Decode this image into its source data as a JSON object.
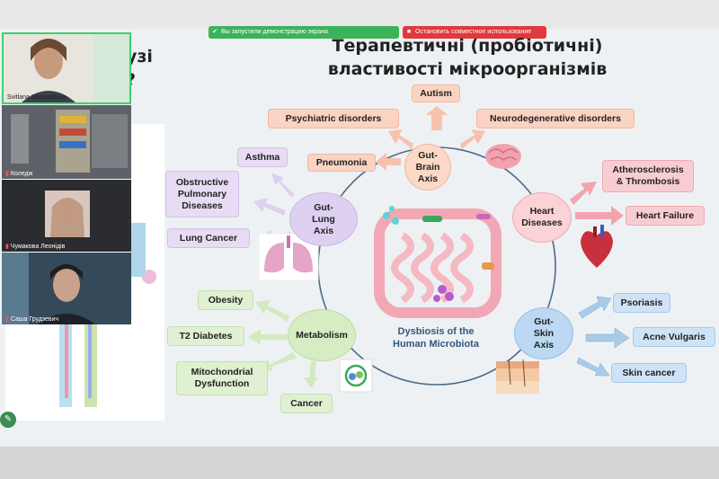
{
  "screen_share": {
    "sharing_label": "Вы запустили демонстрацию экрана",
    "stop_label": "Остановить совместное использование"
  },
  "slide": {
    "title_line1": "Терапевтичні (пробіотичні)",
    "title_line2": "властивості мікроорганізмів",
    "partial_text_line1": "узі",
    "partial_text_line2": "?",
    "center_label_line1": "Dysbiosis of the",
    "center_label_line2": "Human Microbiota",
    "axes": {
      "brain": "Gut-\nBrain\nAxis",
      "heart": "Heart\nDiseases",
      "lung": "Gut-\nLung\nAxis",
      "metabolism": "Metabolism",
      "skin": "Gut-\nSkin\nAxis"
    },
    "boxes": {
      "autism": "Autism",
      "psychiatric": "Psychiatric disorders",
      "neuro": "Neurodegenerative disorders",
      "pneumonia": "Pneumonia",
      "asthma": "Asthma",
      "copd": "Obstructive\nPulmonary\nDiseases",
      "lung_cancer": "Lung Cancer",
      "athero": "Atherosclerosis\n& Thrombosis",
      "heart_failure": "Heart Failure",
      "obesity": "Obesity",
      "t2d": "T2 Diabetes",
      "mito": "Mitochondrial\nDysfunction",
      "cancer": "Cancer",
      "psoriasis": "Psoriasis",
      "acne": "Acne Vulgaris",
      "skin_cancer": "Skin cancer"
    }
  },
  "participants": [
    {
      "name": "Svitlana Starovoitova"
    },
    {
      "name": "Коледж"
    },
    {
      "name": "Чумакова Леонідів"
    },
    {
      "name": "Саша Грудзевич"
    }
  ],
  "colors": {
    "peach": "#fbd3c2",
    "lavender": "#e7dcf3",
    "pink": "#f8cdd2",
    "green": "#e0f0d2",
    "blue": "#cfe3f6",
    "share_green": "#3cb35b",
    "share_red": "#e0393e"
  }
}
